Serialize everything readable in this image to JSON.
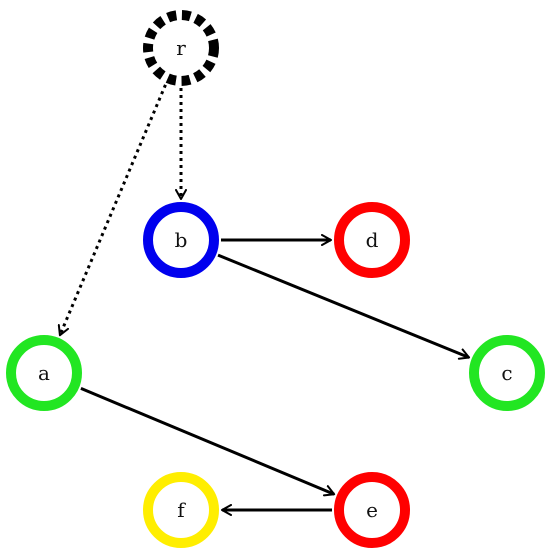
{
  "colors": {
    "red": "#ff0000",
    "green": "#22e622",
    "blue": "#0000ee",
    "yellow": "#ffee00",
    "black": "#000000"
  },
  "nodes": [
    {
      "id": "r",
      "label": "r",
      "color": "black",
      "style": "dashed"
    },
    {
      "id": "b",
      "label": "b",
      "color": "blue",
      "style": "solid"
    },
    {
      "id": "d",
      "label": "d",
      "color": "red",
      "style": "solid"
    },
    {
      "id": "a",
      "label": "a",
      "color": "green",
      "style": "solid"
    },
    {
      "id": "c",
      "label": "c",
      "color": "green",
      "style": "solid"
    },
    {
      "id": "f",
      "label": "f",
      "color": "yellow",
      "style": "solid"
    },
    {
      "id": "e",
      "label": "e",
      "color": "red",
      "style": "solid"
    }
  ],
  "edges": [
    {
      "from": "r",
      "to": "b",
      "style": "dotted"
    },
    {
      "from": "r",
      "to": "a",
      "style": "dotted"
    },
    {
      "from": "b",
      "to": "d",
      "style": "solid"
    },
    {
      "from": "b",
      "to": "c",
      "style": "solid"
    },
    {
      "from": "a",
      "to": "e",
      "style": "solid"
    },
    {
      "from": "e",
      "to": "f",
      "style": "solid"
    }
  ]
}
